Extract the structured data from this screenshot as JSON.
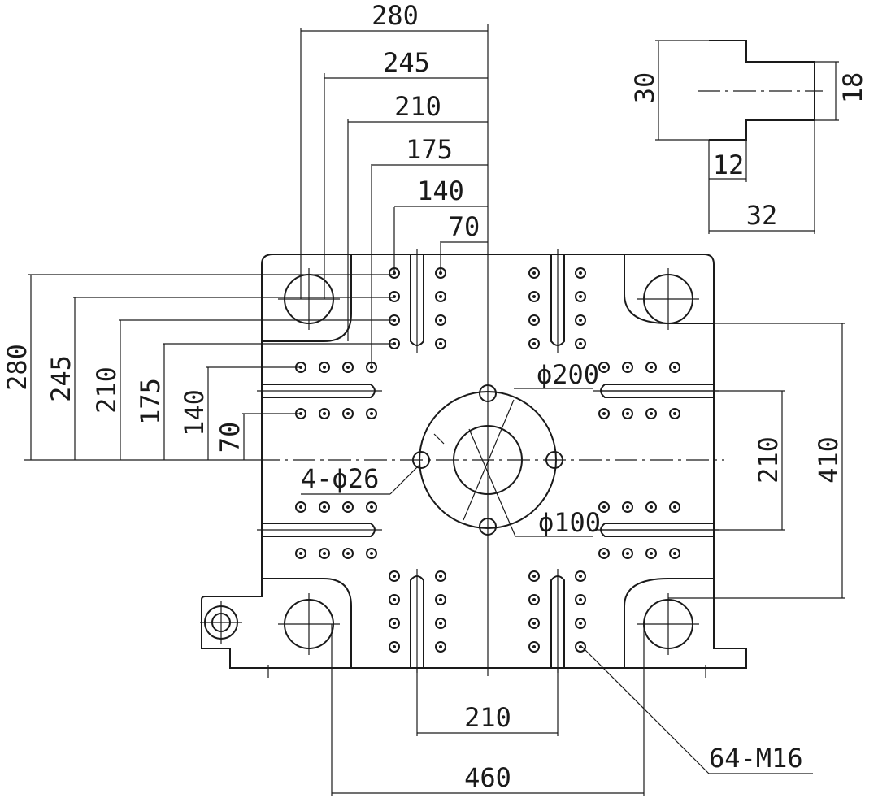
{
  "dimensions": {
    "top": [
      "280",
      "245",
      "210",
      "175",
      "140",
      "70"
    ],
    "left": [
      "280",
      "245",
      "210",
      "175",
      "140",
      "70"
    ],
    "right_inner": "210",
    "right_outer": "410",
    "bottom_inner": "210",
    "bottom_outer": "460"
  },
  "callouts": {
    "pcd": "ϕ200",
    "bore": "ϕ100",
    "holes4": "4-ϕ26",
    "taps": "64-M16"
  },
  "slot_detail": {
    "height_outer": "30",
    "height_inner": "18",
    "width_inner": "12",
    "width_outer": "32"
  }
}
